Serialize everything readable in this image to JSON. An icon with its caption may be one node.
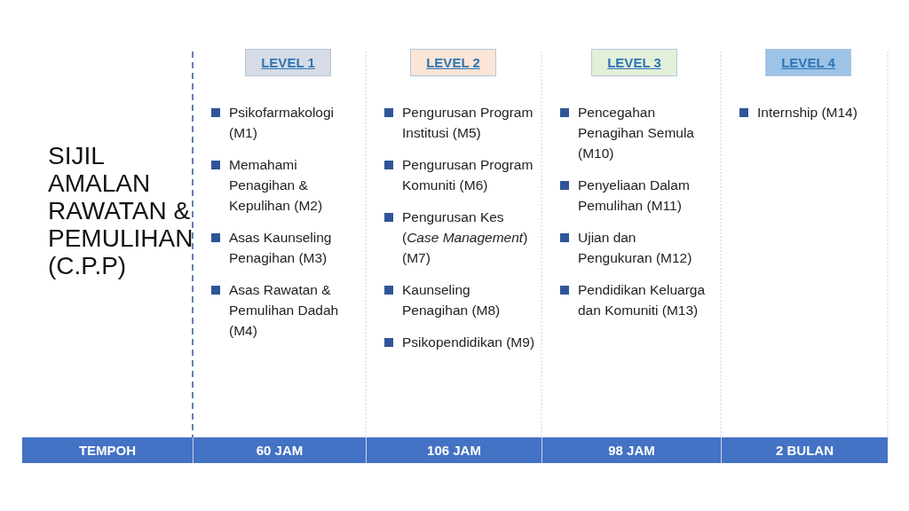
{
  "diagram": {
    "nodes": [
      {
        "text": [
          "LEVEL 1"
        ]
      },
      {
        "text": [
          "LEVEL 2"
        ]
      },
      {
        "text": [
          "LEVEL 3"
        ]
      },
      {
        "text": [
          "LEVEL 4"
        ]
      },
      {
        "text": [
          "TEMPOH",
          "60 JAM",
          "106 JAM",
          "98 JAM",
          "2 BULAN"
        ]
      }
    ],
    "edges": [],
    "labels": [
      "SIJIL AMALAN RAWATAN & PEMULIHAN (C.P.P)",
      "Psikofarmakologi (M1)",
      "Memahami Penagihan & Kepulihan (M2)",
      "Asas Kaunseling Penagihan (M3)",
      "Asas Rawatan & Pemulihan Dadah (M4)",
      "Pengurusan Program Institusi (M5)",
      "Pengurusan Program Komuniti (M6)",
      "Pengurusan Kes (*Case Management*) (M7)",
      "Kaunseling Penagihan (M8)",
      "Psikopendidikan (M9)",
      "Pencegahan Penagihan Semula (M10)",
      "Penyeliaan Dalam Pemulihan (M11)",
      "Ujian dan Pengukuran (M12)",
      "Pendidikan Keluarga dan Komuniti (M13)",
      "Internship (M14)"
    ]
  }
}
